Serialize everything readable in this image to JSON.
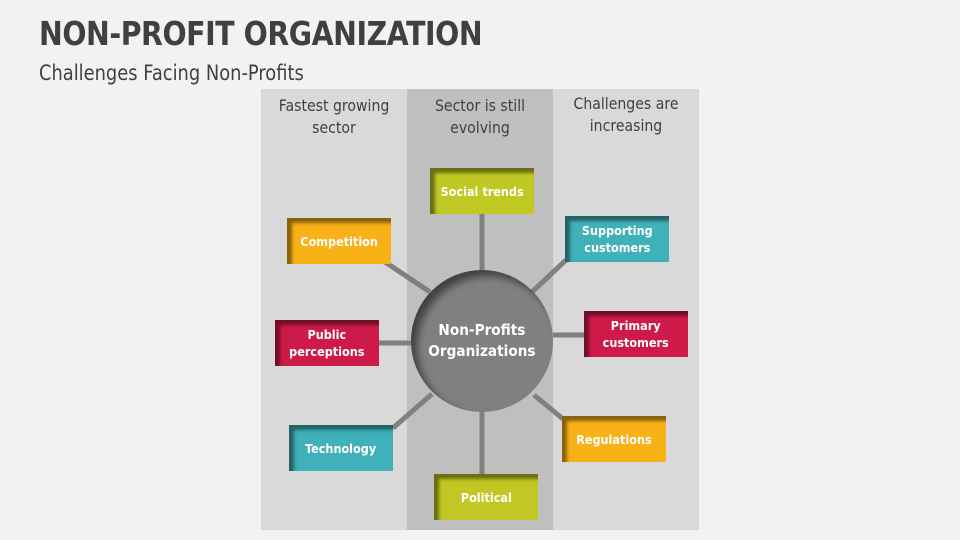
{
  "header": {
    "title": "NON-PROFIT ORGANIZATION",
    "subtitle": "Challenges Facing Non-Profits"
  },
  "columns": [
    {
      "label": "Fastest growing sector",
      "line1": "Fastest growing",
      "line2": "sector"
    },
    {
      "label": "Sector is still evolving",
      "line1": "Sector is still",
      "line2": "evolving"
    },
    {
      "label": "Challenges are increasing",
      "line1": "Challenges are",
      "line2": "increasing"
    }
  ],
  "hub": {
    "line1": "Non-Profits",
    "line2": "Organizations"
  },
  "nodes": {
    "social_trends": {
      "line1": "Social trends",
      "color": "#c2c823"
    },
    "competition": {
      "line1": "Competition",
      "color": "#f8b117"
    },
    "supporting_customers": {
      "line1": "Supporting",
      "line2": "customers",
      "color": "#40b0b9"
    },
    "public_perceptions": {
      "line1": "Public",
      "line2": "perceptions",
      "color": "#cd1a49"
    },
    "primary_customers": {
      "line1": "Primary",
      "line2": "customers",
      "color": "#cd1a49"
    },
    "technology": {
      "line1": "Technology",
      "color": "#40b0b9"
    },
    "regulations": {
      "line1": "Regulations",
      "color": "#f8b117"
    },
    "political": {
      "line1": "Political",
      "color": "#c2c823"
    }
  },
  "colors": {
    "column_light": "#d9d9d9",
    "column_dark": "#bfbfbf",
    "hub": "#808080",
    "connector": "#808080",
    "text": "#404040"
  }
}
